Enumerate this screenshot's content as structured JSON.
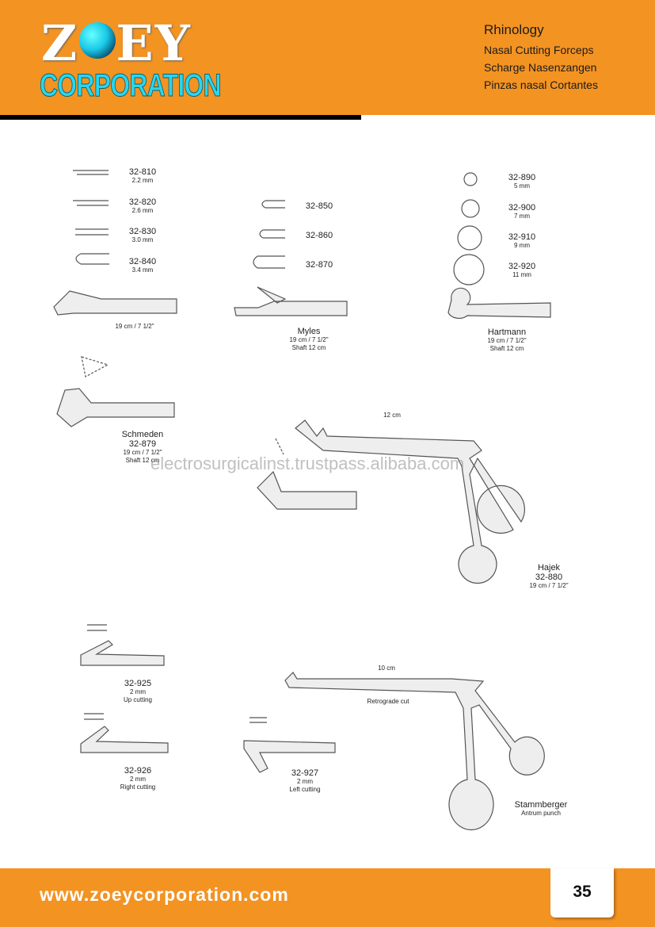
{
  "header": {
    "logo_text": "ZOEY CORPORATION",
    "category": "Rhinology",
    "title_en": "Nasal Cutting Forceps",
    "title_de": "Scharge Nasenzangen",
    "title_es": "Pinzas nasal Cortantes"
  },
  "groups": {
    "straight": {
      "items": [
        {
          "code": "32-810",
          "size": "2.2 mm"
        },
        {
          "code": "32-820",
          "size": "2.6 mm"
        },
        {
          "code": "32-830",
          "size": "3.0 mm"
        },
        {
          "code": "32-840",
          "size": "3.4 mm"
        }
      ],
      "length": "19 cm / 7 1/2\""
    },
    "myles": {
      "items": [
        {
          "code": "32-850"
        },
        {
          "code": "32-860"
        },
        {
          "code": "32-870"
        }
      ],
      "name": "Myles",
      "length": "19 cm / 7 1/2\"",
      "shaft": "Shaft 12 cm"
    },
    "hartmann": {
      "items": [
        {
          "code": "32-890",
          "size": "5 mm"
        },
        {
          "code": "32-900",
          "size": "7 mm"
        },
        {
          "code": "32-910",
          "size": "9 mm"
        },
        {
          "code": "32-920",
          "size": "11 mm"
        }
      ],
      "name": "Hartmann",
      "length": "19 cm / 7 1/2\"",
      "shaft": "Shaft 12 cm"
    },
    "schmeden": {
      "name": "Schmeden",
      "code": "32-879",
      "length": "19 cm / 7 1/2\"",
      "shaft": "Shaft 12 cm"
    },
    "hajek": {
      "shaft_label": "12 cm",
      "name": "Hajek",
      "code": "32-880",
      "length": "19 cm / 7 1/2\""
    },
    "punches": [
      {
        "code": "32-925",
        "size": "2 mm",
        "note": "Up cutting"
      },
      {
        "code": "32-926",
        "size": "2 mm",
        "note": "Right cutting"
      },
      {
        "code": "32-927",
        "size": "2 mm",
        "note": "Left cutting"
      }
    ],
    "stammberger": {
      "shaft_label": "10 cm",
      "cut": "Retrograde cut",
      "name": "Stammberger",
      "subtitle": "Antrum punch"
    }
  },
  "watermark": "electrosurgicalinst.trustpass.alibaba.com",
  "footer": {
    "url": "www.zoeycorporation.com",
    "page": "35"
  },
  "colors": {
    "brand_orange": "#f39322",
    "logo_cyan": "#2ad6ee"
  }
}
